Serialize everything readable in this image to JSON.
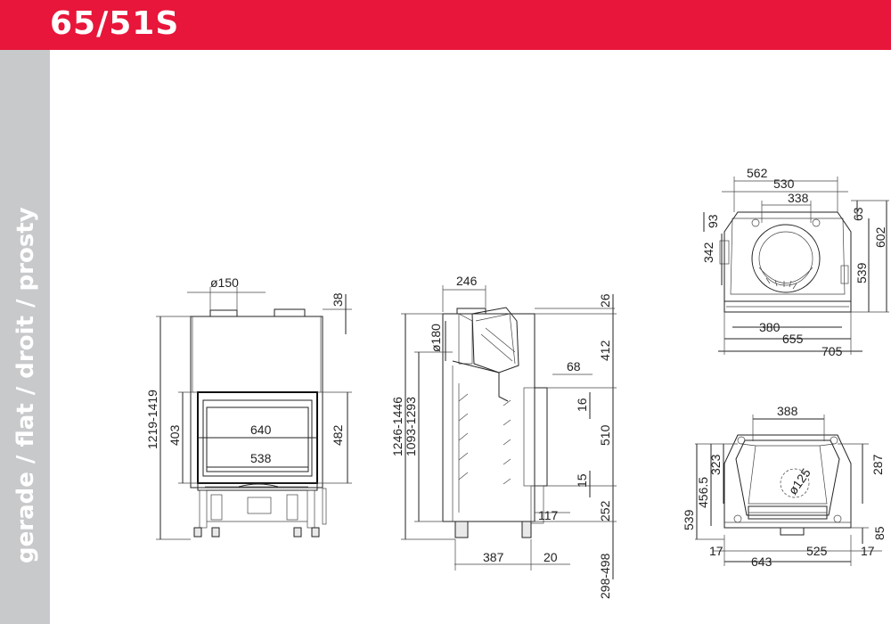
{
  "header": {
    "title": "65/51S",
    "color": "#e8163a"
  },
  "sidebar": {
    "label": "gerade / flat / droit / prosty",
    "color": "#c8c9cb"
  },
  "front_view": {
    "d150": "ø150",
    "d38": "38",
    "h1219_1419": "1219-1419",
    "d403": "403",
    "d640": "640",
    "d538": "538",
    "d482": "482"
  },
  "side_view": {
    "d246": "246",
    "d26": "26",
    "d180": "ø180",
    "d412": "412",
    "d68": "68",
    "d16": "16",
    "d1246_1446": "1246-1446",
    "d1093_1293": "1093-1293",
    "d510": "510",
    "d15": "15",
    "d252": "252",
    "d117": "117",
    "d387": "387",
    "d20": "20",
    "d298_498": "298-498"
  },
  "top_view": {
    "d562": "562",
    "d530": "530",
    "d338": "338",
    "d93": "93",
    "d63": "63",
    "d342": "342",
    "d602": "602",
    "d539": "539",
    "d380": "380",
    "d655": "655",
    "d705": "705"
  },
  "plan_view": {
    "d388": "388",
    "d323": "323",
    "d287": "287",
    "d456_5": "456.5",
    "d125": "ø125",
    "d539": "539",
    "d85": "85",
    "d17a": "17",
    "d525": "525",
    "d17b": "17",
    "d643": "643"
  }
}
